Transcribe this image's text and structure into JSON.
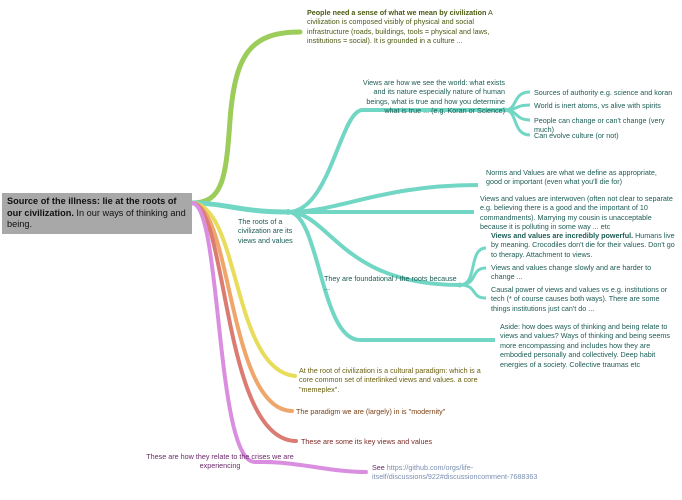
{
  "root": {
    "bold": "Source of the illness: lie at the roots of our civilization.",
    "rest": " In our ways of thinking and being."
  },
  "nodes": {
    "culture_bold": "People need a sense of what we mean by civilization",
    "culture_rest": " A civilization is composed visibly of physical and social infrastructure (roads, buildings, tools = physical and laws, institutions = social). It is grounded in a culture ...",
    "roots_label": "The roots of a civilization are its views and values",
    "views_how": "Views are how we see the world: what exists and its nature especially nature of human beings, what is true and how you determine what is true ... (e.g. Koran or Science)",
    "sources": "Sources of authority e.g. science and koran",
    "inert": "World is inert atoms, vs alive with spirits",
    "people_change": "People can change or can't change (very much)",
    "evolve": "Can evolve culture (or not)",
    "norms": "Norms and Values are what we define as appropriate, good or important (even what you'll die for)",
    "interwoven": "Views and values are interwoven (often not clear to separate e.g. believing there is a good and the important of 10 commandments). Marrying my cousin is unacceptable because it is polluting in some way ... etc",
    "foundational": "They are foundational / the roots because ...",
    "powerful_bold": "Views and values are incredibly powerful.",
    "powerful_rest": " Humans live by meaning. Crocodiles don't die for their values. Don't go to therapy. Attachment to views.",
    "slowly": "Views and values change slowly and are harder to change ...",
    "causal": "Causal power of views and values vs e.g. institutions or tech (* of course causes both ways). There are some things institutions just can't do ...",
    "aside": "Aside: how does ways of thinking and being relate to views and values? Ways of thinking and being seems more encompassing and includes how they are embodied personally and collectively. Deep habit energies of a society. Collective traumas etc",
    "paradigm": "At the root of civilization is a cultural paradigm: which is a core common set of interlinked views and values. a core \"memeplex\".",
    "modernity": "The paradigm we are (largely) in is \"modernity\"",
    "key_views": "These are some its key views and values",
    "see_prefix": "See ",
    "see_link": "https://github.com/orgs/life-itself/discussions/922#discussioncomment-7688363",
    "crises": "These are how they relate to the crises we are experiencing"
  },
  "colors": {
    "green": "#9ccc5a",
    "teal": "#72d6c4",
    "yellow": "#e8dc5c",
    "orange": "#eea66a",
    "red": "#da7c72",
    "purple": "#da8ee0",
    "root_bg": "#a8a8a8"
  }
}
